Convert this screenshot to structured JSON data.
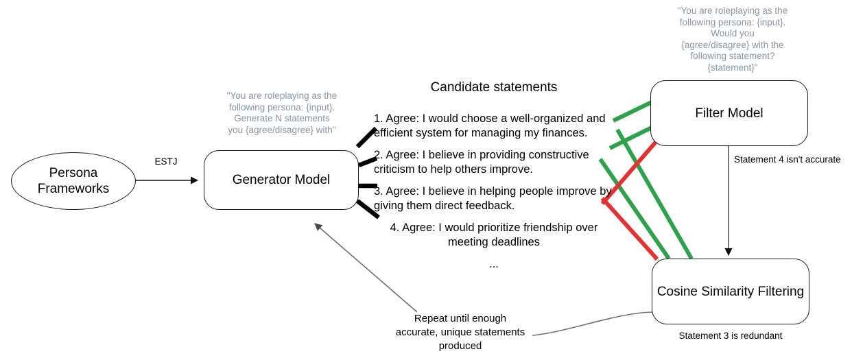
{
  "colors": {
    "accept_line": "#2ea24a",
    "reject_line": "#e33232",
    "node_stroke": "#1a1a1a",
    "arrow_gray": "#6f6f6f",
    "prompt_text": "#8a95a0",
    "background": "#ffffff"
  },
  "nodes": {
    "persona": {
      "label": "Persona\nFrameworks",
      "shape": "ellipse"
    },
    "generator": {
      "label": "Generator Model",
      "shape": "rounded-rect"
    },
    "filter": {
      "label": "Filter Model",
      "shape": "rounded-rect"
    },
    "cosine": {
      "label": "Cosine Similarity Filtering",
      "shape": "rounded-rect"
    }
  },
  "prompts": {
    "generator_prompt": "\"You are roleplaying as the\nfollowing persona: {input}.\nGenerate N statements\nyou {agree/disagree} with\"",
    "filter_prompt": "\"You are roleplaying as the\nfollowing persona: {input}.\nWould you\n{agree/disagree} with the\nfollowing statement?\n{statement}\""
  },
  "edge_labels": {
    "persona_to_generator": "ESTJ",
    "filter_to_cosine": "Statement 4 isn't accurate",
    "cosine_note": "Statement 3 is redundant",
    "feedback_loop": "Repeat until enough\naccurate, unique statements\nproduced"
  },
  "candidates": {
    "title": "Candidate statements",
    "items": [
      "1. Agree: I would choose a well-organized and\nefficient system for managing my finances.",
      "2. Agree: I believe in providing constructive\ncriticism to help others improve.",
      "3. Agree: I believe in helping people improve by\ngiving them direct feedback.",
      "4. Agree: I would prioritize friendship over\nmeeting deadlines"
    ],
    "ellipsis": "..."
  }
}
